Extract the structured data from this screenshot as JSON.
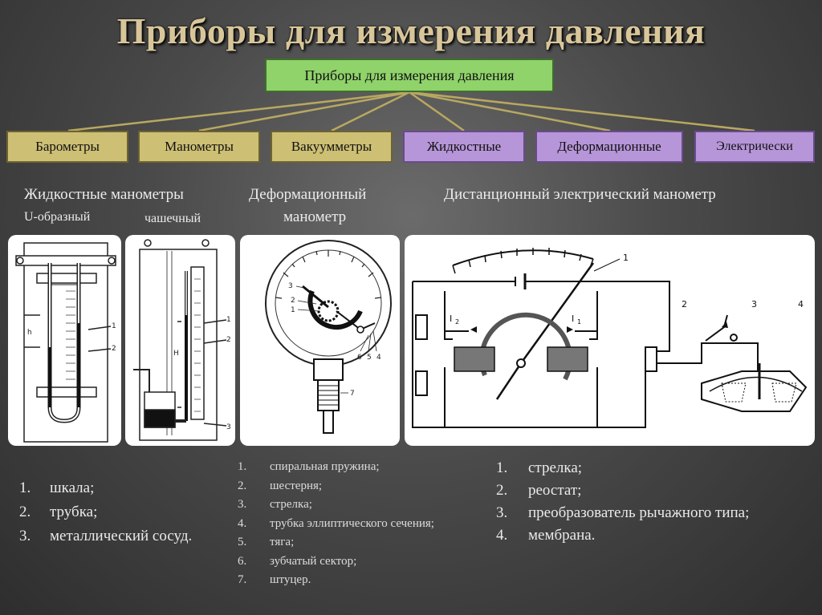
{
  "title": "Приборы для измерения давления",
  "root": "Приборы для измерения давления",
  "categories": [
    {
      "label": "Барометры",
      "color": "#cdbf74"
    },
    {
      "label": "Манометры",
      "color": "#cdbf74"
    },
    {
      "label": "Вакуумметры",
      "color": "#cdbf74"
    },
    {
      "label": "Жидкостные",
      "color": "#b695d8"
    },
    {
      "label": "Деформационные",
      "color": "#b695d8"
    },
    {
      "label": "Электрически",
      "color": "#b695d8"
    }
  ],
  "headings": {
    "liquid": "Жидкостные манометры",
    "u_tube": "U-образный",
    "cup": "чашечный",
    "deform_1": "Деформационный",
    "deform_2": "манометр",
    "electric": "Дистанционный электрический манометр"
  },
  "figure_labels": {
    "u_tube": {
      "h": "h",
      "n1": "1",
      "n2": "2"
    },
    "cup": {
      "h": "H",
      "n1": "1",
      "n2": "2",
      "n3": "3"
    },
    "gauge": {
      "n1": "1",
      "n2": "2",
      "n3": "3",
      "n4": "4",
      "n5": "5",
      "n6": "6",
      "n7": "7"
    },
    "circuit": {
      "n1": "1",
      "n2": "2",
      "n3": "3",
      "n4": "4",
      "i2": "I",
      "i2sub": "2",
      "i1": "I",
      "i1sub": "1"
    }
  },
  "lists": {
    "liquid": [
      {
        "num": "1.",
        "text": "шкала;"
      },
      {
        "num": "2.",
        "text": "трубка;"
      },
      {
        "num": "3.",
        "text": "металлический сосуд."
      }
    ],
    "deformation": [
      {
        "num": "1.",
        "text": "спиральная пружина;"
      },
      {
        "num": "2.",
        "text": "шестерня;"
      },
      {
        "num": "3.",
        "text": "стрелка;"
      },
      {
        "num": "4.",
        "text": "трубка эллиптического сечения;"
      },
      {
        "num": "5.",
        "text": "тяга;"
      },
      {
        "num": "6.",
        "text": "зубчатый сектор;"
      },
      {
        "num": "7.",
        "text": "штуцер."
      }
    ],
    "electric": [
      {
        "num": "1.",
        "text": "стрелка;"
      },
      {
        "num": "2.",
        "text": "реостат;"
      },
      {
        "num": "3.",
        "text": "преобразователь рычажного типа;"
      },
      {
        "num": "4.",
        "text": "мембрана."
      }
    ]
  }
}
